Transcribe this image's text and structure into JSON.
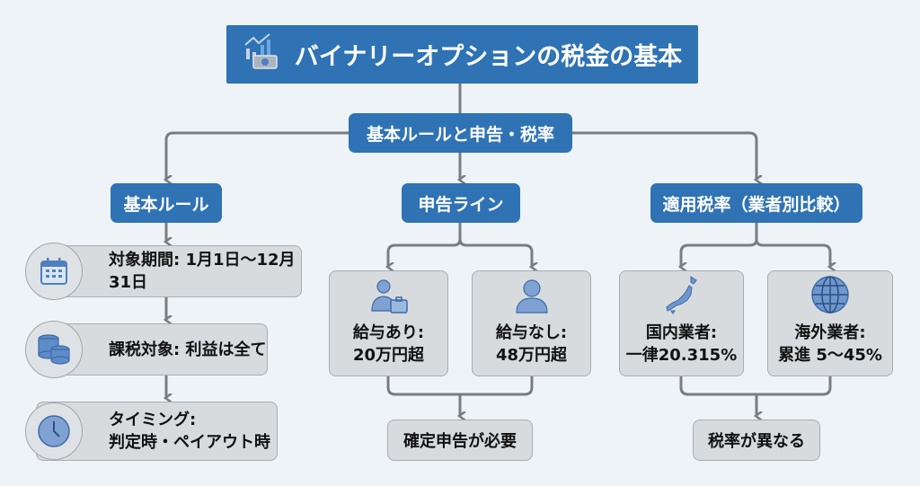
{
  "title": {
    "text": "バイナリーオプションの税金の基本",
    "icon": "chart-money-icon"
  },
  "subheader": {
    "text": "基本ルールと申告・税率"
  },
  "categories": [
    {
      "label": "基本ルール"
    },
    {
      "label": "申告ライン"
    },
    {
      "label": "適用税率（業者別比較）"
    }
  ],
  "basic_rules": [
    {
      "icon": "calendar-icon",
      "text": "対象期間: 1月1日〜12月31日"
    },
    {
      "icon": "coins-icon",
      "text": "課税対象: 利益は全て"
    },
    {
      "icon": "clock-icon",
      "line1": "タイミング:",
      "line2": "判定時・ペイアウト時"
    }
  ],
  "filing": {
    "cards": [
      {
        "icon": "businessman-briefcase-icon",
        "line1": "給与あり:",
        "line2": "20万円超"
      },
      {
        "icon": "person-icon",
        "line1": "給与なし:",
        "line2": "48万円超"
      }
    ],
    "result": "確定申告が必要"
  },
  "rates": {
    "cards": [
      {
        "icon": "japan-map-icon",
        "line1": "国内業者:",
        "line2": "一律20.315%"
      },
      {
        "icon": "globe-icon",
        "line1": "海外業者:",
        "line2": "累進 5〜45%"
      }
    ],
    "result": "税率が異なる"
  },
  "colors": {
    "accent": "#2f73b5",
    "node_gray": "#d7dbde",
    "connector": "#7a7d80",
    "background": "#eef3f7",
    "icon_blue": "#4f7fbf"
  }
}
